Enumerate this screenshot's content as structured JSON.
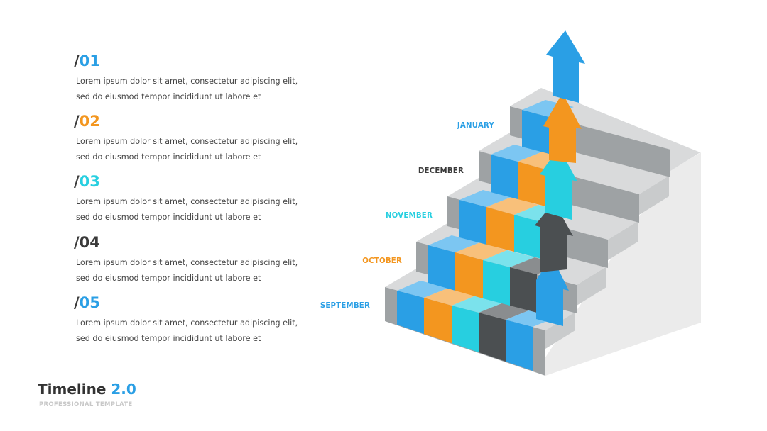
{
  "items": [
    {
      "number": "01",
      "slash": "/",
      "color": "#2A9FE5",
      "text": "Lorem ipsum dolor sit amet, consectetur adipiscing elit, sed do eiusmod tempor incididunt ut labore et"
    },
    {
      "number": "02",
      "slash": "/",
      "color": "#F3961F",
      "text": "Lorem ipsum dolor sit amet, consectetur adipiscing elit, sed do eiusmod tempor incididunt ut labore et"
    },
    {
      "number": "03",
      "slash": "/",
      "color": "#27CFE0",
      "text": "Lorem ipsum dolor sit amet, consectetur adipiscing elit, sed do eiusmod tempor incididunt ut labore et"
    },
    {
      "number": "04",
      "slash": "/",
      "color": "#3A3A3A",
      "text": "Lorem ipsum dolor sit amet, consectetur adipiscing elit, sed do eiusmod tempor incididunt ut labore et"
    },
    {
      "number": "05",
      "slash": "/",
      "color": "#2A9FE5",
      "text": "Lorem ipsum dolor sit amet, consectetur adipiscing elit, sed do eiusmod tempor incididunt ut labore et"
    }
  ],
  "months": [
    {
      "label": "SEPTEMBER",
      "color": "#2A9FE5"
    },
    {
      "label": "OCTOBER",
      "color": "#F3961F"
    },
    {
      "label": "NOVEMBER",
      "color": "#27CFE0"
    },
    {
      "label": "DECEMBER",
      "color": "#3A3A3A"
    },
    {
      "label": "JANUARY",
      "color": "#2A9FE5"
    }
  ],
  "footer": {
    "title": "Timeline",
    "version": "2.0",
    "subtitle": "PROFESSIONAL TEMPLATE"
  },
  "colors": {
    "blue": "#2A9FE5",
    "orange": "#F3961F",
    "cyan": "#27CFE0",
    "dark": "#4B4F51",
    "gray_front": "#9EA2A4",
    "gray_top": "#DDDEDE",
    "gray_side": "#EBEBEB"
  }
}
